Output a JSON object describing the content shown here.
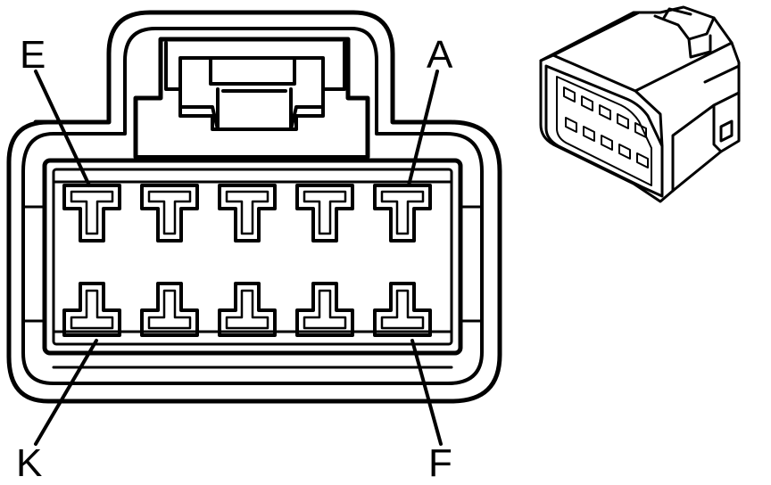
{
  "labels": {
    "top_left": "E",
    "top_right": "A",
    "bottom_left": "K",
    "bottom_right": "F"
  },
  "connector": {
    "cavities_top_row": 5,
    "cavities_bottom_row": 5
  },
  "colors": {
    "stroke": "#000000",
    "background": "#ffffff"
  }
}
